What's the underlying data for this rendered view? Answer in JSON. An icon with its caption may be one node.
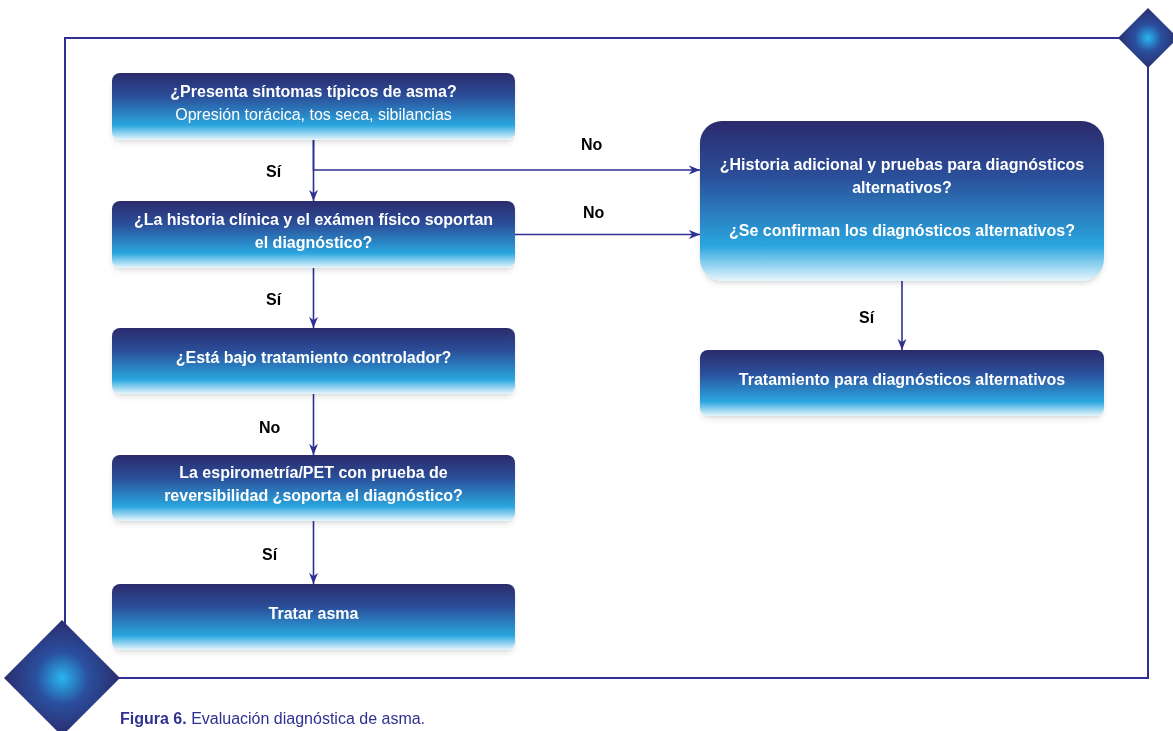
{
  "diagram": {
    "caption": "**Figura 6.** Evaluación diagnóstica de asma.",
    "nodes": [
      {
        "text": [
          "¿Presenta síntomas típicos de asma?",
          "Opresión torácica, tos seca, sibilancias"
        ]
      },
      {
        "text": [
          "¿La historia clínica y el exámen físico soportan el diagnóstico?"
        ]
      },
      {
        "text": [
          "¿Está bajo tratamiento controlador?"
        ]
      },
      {
        "text": [
          "La espirometría/PET con prueba de reversibilidad ¿soporta el diagnóstico?"
        ]
      },
      {
        "text": [
          "Tratar asma"
        ]
      },
      {
        "text": [
          "¿Historia adicional y pruebas para diagnósticos alternativos?",
          "¿Se confirman los diagnósticos alternativos?"
        ]
      },
      {
        "text": [
          "Tratamiento para diagnósticos alternativos"
        ]
      }
    ],
    "edges": [
      {
        "from": 0,
        "to": 1,
        "arrow": "to",
        "label": "Sí"
      },
      {
        "from": 0,
        "to": 5,
        "arrow": "to",
        "label": "No"
      },
      {
        "from": 1,
        "to": 5,
        "arrow": "to",
        "label": "No"
      },
      {
        "from": 1,
        "to": 2,
        "arrow": "to",
        "label": "Sí"
      },
      {
        "from": 2,
        "to": 3,
        "arrow": "to",
        "label": "No"
      },
      {
        "from": 3,
        "to": 4,
        "arrow": "to",
        "label": "Sí"
      },
      {
        "from": 5,
        "to": 6,
        "arrow": "to",
        "label": "Sí"
      }
    ]
  }
}
